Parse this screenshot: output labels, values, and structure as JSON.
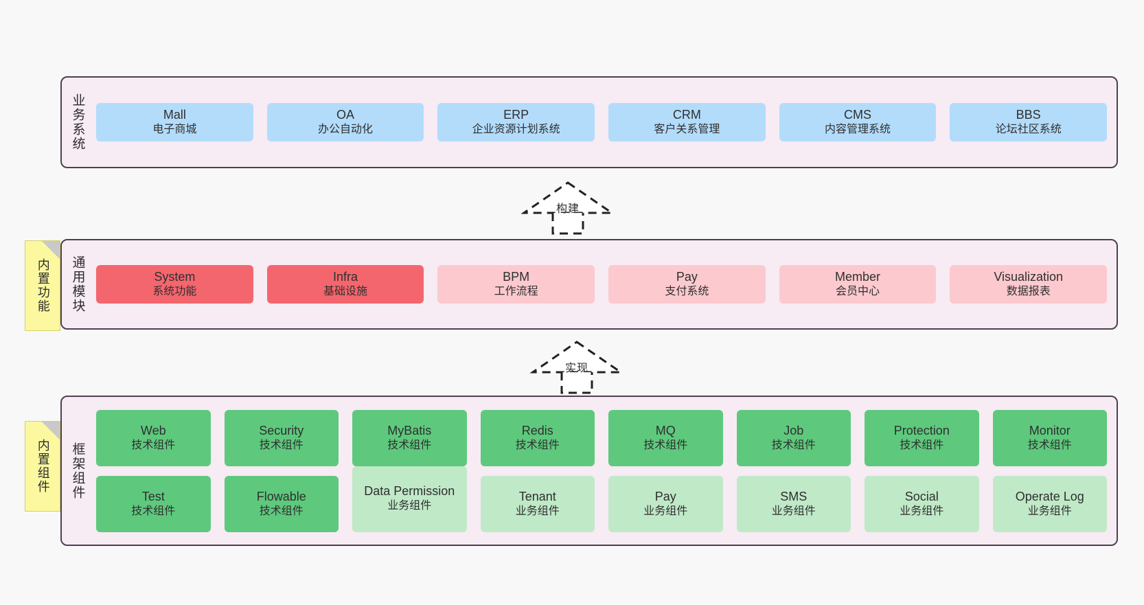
{
  "diagram": {
    "background_color": "#f8f8f8",
    "layer_bg_color": "#f7ebf4",
    "layer_border_color": "#4d4050",
    "note_color": "#fbf8a0",
    "colors": {
      "business_node": "#b3dcfb",
      "module_strong": "#f4666e",
      "module_soft": "#fcc9cf",
      "component_tech": "#5ec97d",
      "component_biz": "#c0e9c8"
    }
  },
  "layers": [
    {
      "id": "business",
      "label": "业务系统",
      "rows": [
        [
          {
            "title": "Mall",
            "sub": "电子商城",
            "style": "blue"
          },
          {
            "title": "OA",
            "sub": "办公自动化",
            "style": "blue"
          },
          {
            "title": "ERP",
            "sub": "企业资源计划系统",
            "style": "blue"
          },
          {
            "title": "CRM",
            "sub": "客户关系管理",
            "style": "blue"
          },
          {
            "title": "CMS",
            "sub": "内容管理系统",
            "style": "blue"
          },
          {
            "title": "BBS",
            "sub": "论坛社区系统",
            "style": "blue"
          }
        ]
      ]
    },
    {
      "id": "modules",
      "label": "通用模块",
      "note": "内置功能",
      "rows": [
        [
          {
            "title": "System",
            "sub": "系统功能",
            "style": "red-strong"
          },
          {
            "title": "Infra",
            "sub": "基础设施",
            "style": "red-strong"
          },
          {
            "title": "BPM",
            "sub": "工作流程",
            "style": "red-soft"
          },
          {
            "title": "Pay",
            "sub": "支付系统",
            "style": "red-soft"
          },
          {
            "title": "Member",
            "sub": "会员中心",
            "style": "red-soft"
          },
          {
            "title": "Visualization",
            "sub": "数据报表",
            "style": "red-soft"
          }
        ]
      ]
    },
    {
      "id": "framework",
      "label": "框架组件",
      "note": "内置组件",
      "rows": [
        [
          {
            "title": "Web",
            "sub": "技术组件",
            "style": "green-strong"
          },
          {
            "title": "Security",
            "sub": "技术组件",
            "style": "green-strong"
          },
          {
            "title": "MyBatis",
            "sub": "技术组件",
            "style": "green-strong"
          },
          {
            "title": "Redis",
            "sub": "技术组件",
            "style": "green-strong"
          },
          {
            "title": "MQ",
            "sub": "技术组件",
            "style": "green-strong"
          },
          {
            "title": "Job",
            "sub": "技术组件",
            "style": "green-strong"
          },
          {
            "title": "Protection",
            "sub": "技术组件",
            "style": "green-strong"
          },
          {
            "title": "Monitor",
            "sub": "技术组件",
            "style": "green-strong"
          }
        ],
        [
          {
            "title": "Test",
            "sub": "技术组件",
            "style": "green-strong"
          },
          {
            "title": "Flowable",
            "sub": "技术组件",
            "style": "green-strong"
          },
          {
            "title": "Data Permission",
            "sub": "业务组件",
            "style": "green-soft"
          },
          {
            "title": "Tenant",
            "sub": "业务组件",
            "style": "green-soft"
          },
          {
            "title": "Pay",
            "sub": "业务组件",
            "style": "green-soft"
          },
          {
            "title": "SMS",
            "sub": "业务组件",
            "style": "green-soft"
          },
          {
            "title": "Social",
            "sub": "业务组件",
            "style": "green-soft"
          },
          {
            "title": "Operate Log",
            "sub": "业务组件",
            "style": "green-soft"
          }
        ]
      ]
    }
  ],
  "connectors": [
    {
      "id": "build",
      "label": "构建",
      "from": "modules",
      "to": "business"
    },
    {
      "id": "implement",
      "label": "实现",
      "from": "framework",
      "to": "modules"
    }
  ]
}
